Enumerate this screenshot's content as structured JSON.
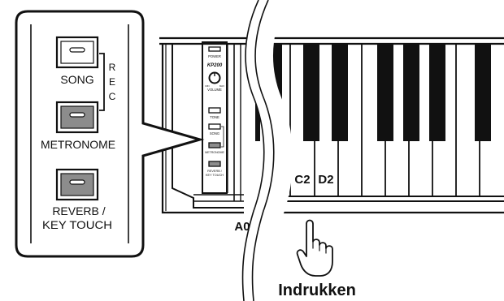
{
  "callout": {
    "buttons": [
      {
        "label": "SONG",
        "state": "off"
      },
      {
        "label": "METRONOME",
        "state": "on"
      },
      {
        "label": "REVERB /",
        "label2": "KEY TOUCH",
        "state": "on"
      }
    ],
    "rec_letters": [
      "R",
      "E",
      "C"
    ]
  },
  "panel": {
    "power_label": "POWER",
    "logo": "KP200",
    "volume_label": "VOLUME",
    "min_mark": "MIN",
    "max_mark": "MAX",
    "tone_label": "TONE",
    "song_label": "SONG",
    "metronome_label": "METRONOME",
    "reverb_label": "REVERB /",
    "keytouch_label": "KEY TOUCH"
  },
  "keyboard": {
    "note_labels": [
      "C2",
      "D2"
    ],
    "low_key_label": "A0"
  },
  "action": {
    "label": "Indrukken"
  },
  "colors": {
    "button_on": "#8c8c8c",
    "button_off": "#ffffff",
    "black_key": "#111111",
    "outline": "#111111"
  }
}
